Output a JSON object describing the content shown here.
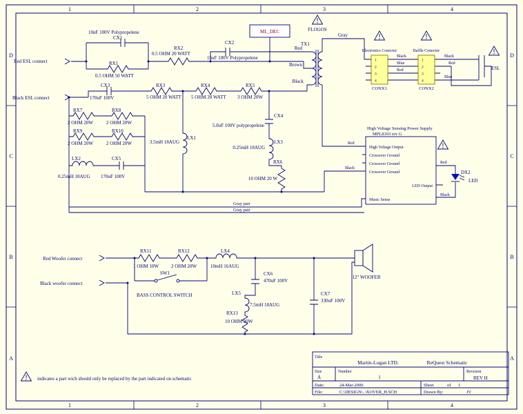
{
  "colors": {
    "background": "#FFFFE9",
    "line": "#00007E",
    "connector_fill": "#FFFF9C",
    "connector_stroke": "#808000",
    "mldec_text": "#8B0000",
    "led_fill": "#0011BB"
  },
  "grid": {
    "cols": [
      "1",
      "2",
      "3",
      "4"
    ],
    "rows": [
      "D",
      "C",
      "B",
      "A"
    ]
  },
  "connects": {
    "red_esl": "Red ESL connect",
    "black_esl": "Black ESL connect",
    "red_woofer": "Red Woofer connect",
    "black_woofer": "Black woofer connect"
  },
  "nets": {
    "gray": "Gray",
    "gray_pair_1": "Gray pair",
    "gray_pair_2": "Gray pair",
    "tx_red": "Red",
    "tx_brown": "Brown",
    "tx_black": "Black"
  },
  "misc": {
    "ml_dec": "ML_DEC",
    "flogos": "FLOGOS",
    "esl": "ESL",
    "woofer": "12\" WOOFER",
    "bass_switch": "BASS CONTROL SWITCH",
    "note": "indicates a part wich should only be replaced by the part indicated on schematic"
  },
  "components": {
    "cx1": {
      "ref": "CX1",
      "value": "10uF 100V Polypropelene"
    },
    "rx2": {
      "ref": "RX2",
      "value": "0.5 OHM 20 WATT"
    },
    "cx2": {
      "ref": "CX2",
      "value": "15uF 100V Polypropelene"
    },
    "rx1": {
      "ref": "RX1",
      "value": "0.5 OHM 50 WATT"
    },
    "cx3": {
      "ref": "CX3",
      "value": "170uF 100V"
    },
    "rx3": {
      "ref": "RX3",
      "value": "5 OHM 20 WATT"
    },
    "rx4": {
      "ref": "RX4",
      "value": "5 OHM 20 WATT"
    },
    "rx5": {
      "ref": "RX5",
      "value": "3 OHM 20W"
    },
    "rx7": {
      "ref": "RX7",
      "value": "2 OHM 20W"
    },
    "rx8": {
      "ref": "RX8",
      "value": "2 OHM 20W"
    },
    "rx9": {
      "ref": "RX9",
      "value": "2 OHM 20W"
    },
    "rx10": {
      "ref": "RX10",
      "value": "2 OHM 20W"
    },
    "lx2": {
      "ref": "LX2",
      "value": "0.25mH 18AUG"
    },
    "cx5": {
      "ref": "CX5",
      "value": "170uF 100V"
    },
    "lx1": {
      "ref": "LX1",
      "value": "3.5mH 18AUG"
    },
    "cx4": {
      "ref": "CX4",
      "value": "5.0uF 100V polypropelene"
    },
    "lx3": {
      "ref": "LX3",
      "value": "0.25mH 18AUG"
    },
    "rx6": {
      "ref": "RX6",
      "value": "10 OHM 20 W"
    },
    "tx1": {
      "ref": "TX1"
    },
    "rx11": {
      "ref": "RX11",
      "value": "1 OHM 10W"
    },
    "rx12": {
      "ref": "RX12",
      "value": "2 OHM 20W"
    },
    "lx4": {
      "ref": "LX4",
      "value": "10mH 16AUG"
    },
    "sw1": {
      "ref": "SW1"
    },
    "cx6": {
      "ref": "CX6",
      "value": "470uF 100V"
    },
    "lx5": {
      "ref": "LX5",
      "value": "7.5mH 18AUG"
    },
    "rx13": {
      "ref": "RX13",
      "value": "10 OHM 20W"
    },
    "cx7": {
      "ref": "CX7",
      "value": "330uF 100V"
    },
    "dx2": {
      "ref": "DX2",
      "value": "LED"
    }
  },
  "conx1": {
    "title": "Electronics Conector",
    "ref": "CONX1",
    "pins": [
      "1",
      "2",
      "3",
      "4"
    ],
    "wires": [
      "Black",
      "Blue",
      "Red"
    ]
  },
  "conx2": {
    "title": "Baffle Conector",
    "ref": "CONX2",
    "pins": [
      "1",
      "2",
      "3",
      "4"
    ],
    "wires": [
      "Black",
      "Red",
      "Blue"
    ]
  },
  "psu": {
    "title1": "High Voltage Sensing Power Supply",
    "title2": "MPL8103 rev G",
    "pins": [
      "High Voltage Output",
      "Crossover Ground",
      "Crossover Ground",
      "Crossover Ground",
      "LED Output",
      "Music Sense"
    ],
    "left": [
      "Red",
      "Black"
    ],
    "right": [
      "Red",
      "Black"
    ]
  },
  "titleblock": {
    "title_label": "Title",
    "company": "Martin-Logan LTD.",
    "doc": "ReQuest Schematic",
    "size_label": "Size",
    "size": "A",
    "number_label": "Number",
    "number": "1",
    "revision_label": "Revision",
    "revision": "REV H",
    "date_label": "Date:",
    "date": "24-Mar-2000",
    "sheet_label": "Sheet",
    "sheet_of": "of",
    "sheet_total": "1",
    "file_label": "File:",
    "file": "C:\\DESIGN\\..\\XOVER_H.SCH",
    "drawn_label": "Drawn By:",
    "drawn_by": "JV"
  }
}
